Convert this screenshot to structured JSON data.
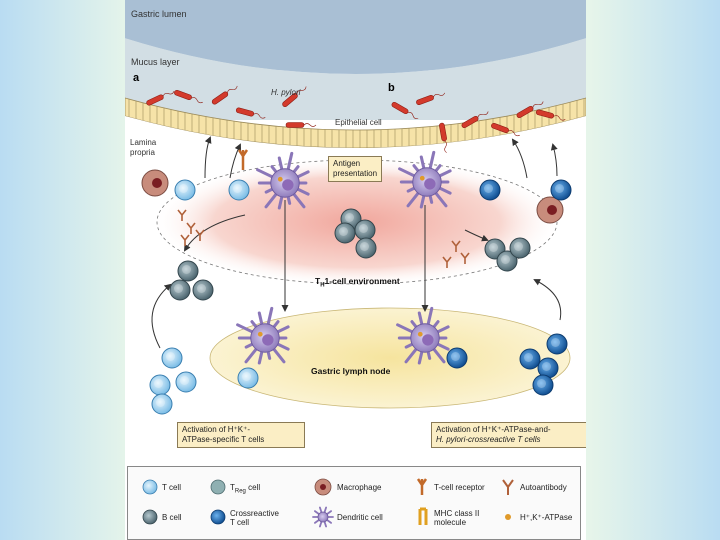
{
  "labels": {
    "gastric_lumen": "Gastric lumen",
    "mucus_layer": "Mucus layer",
    "panel_a": "a",
    "panel_b": "b",
    "h_pylori": "H. pylori",
    "epithelial_cell": "Epithelial cell",
    "lamina_propria_1": "Lamina",
    "lamina_propria_2": "propria",
    "antigen_presentation_1": "Antigen",
    "antigen_presentation_2": "presentation",
    "th_environment_prefix": "T",
    "th_environment_sub": "H",
    "th_environment_suffix": "1-cell environment",
    "gastric_lymph_node": "Gastric lymph node",
    "activation_left_1": "Activation of H⁺K⁺-",
    "activation_left_2": "ATPase-specific T cells",
    "activation_right_1": "Activation of H⁺K⁺-ATPase-and-",
    "activation_right_2": "H. pylori-crossreactive T cells"
  },
  "legend": [
    {
      "label": "T cell"
    },
    {
      "label": "T",
      "sub": "Reg",
      "suffix": " cell"
    },
    {
      "label": "Macrophage"
    },
    {
      "label": "T-cell receptor"
    },
    {
      "label": "Autoantibody"
    },
    {
      "label": "B cell"
    },
    {
      "label_1": "Crossreactive",
      "label_2": "T cell"
    },
    {
      "label": "Dendritic cell"
    },
    {
      "label_1": "MHC class II",
      "label_2": "molecule"
    },
    {
      "label": "H⁺,K⁺-ATPase"
    }
  ],
  "colors": {
    "lumen": "#a9bfd4",
    "mucus": "#d2dee4",
    "epithelium": "#f6e3a8",
    "th1_zone": "#f3b8b0",
    "lymph_node": "#f7eab4",
    "t_cell": "#a8d6f0",
    "b_cell": "#5f7d88",
    "crossreactive": "#1d6db5",
    "dendritic": "#a493c8",
    "macrophage": "#c88c7c",
    "bacterium": "#d33a2c"
  }
}
